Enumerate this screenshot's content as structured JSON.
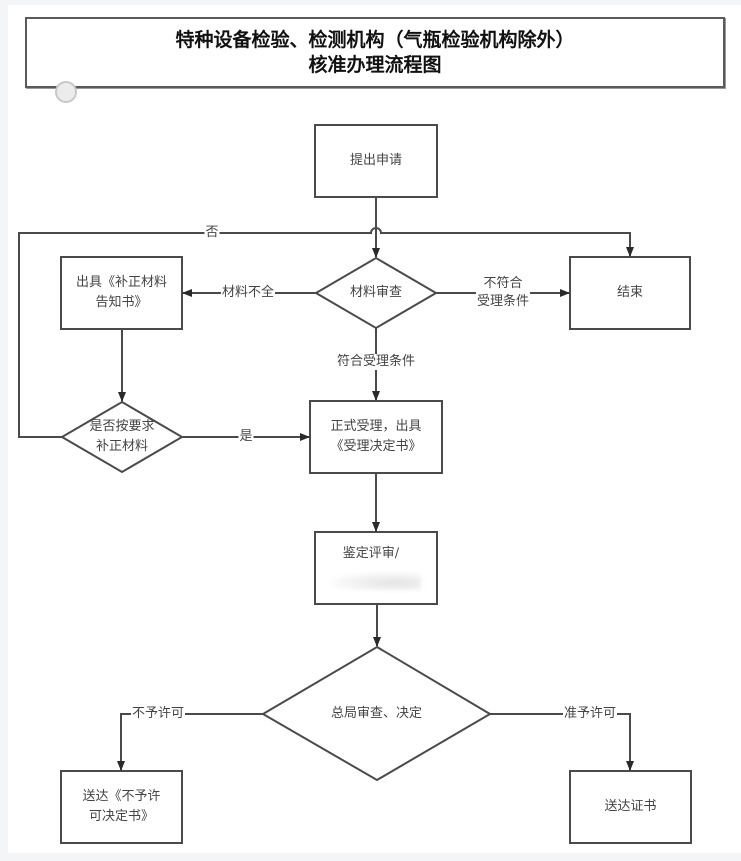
{
  "title": {
    "line1": "特种设备检验、检测机构（气瓶检验机构除外）",
    "line2": "核准办理流程图"
  },
  "nodes": {
    "submit": "提出申请",
    "review": "材料审查",
    "end": "结束",
    "notice_line1": "出具《补正材料",
    "notice_line2": "告知书》",
    "supplement_check_line1": "是否按要求",
    "supplement_check_line2": "补正材料",
    "accept_line1": "正式受理，出具",
    "accept_line2": "《受理决定书》",
    "appraisal_line1": "鉴定评审/",
    "decision": "总局审查、决定",
    "deny_line1": "送达《不予许",
    "deny_line2": "可决定书》",
    "approve": "送达证书"
  },
  "edges": {
    "no": "否",
    "incomplete": "材料不全",
    "not_qualified_line1": "不符合",
    "not_qualified_line2": "受理条件",
    "qualified": "符合受理条件",
    "yes": "是",
    "deny": "不予许可",
    "approve": "准予许可"
  },
  "colors": {
    "line": "#4a4a4a",
    "text": "#444444",
    "background": "#f4f5f7"
  }
}
